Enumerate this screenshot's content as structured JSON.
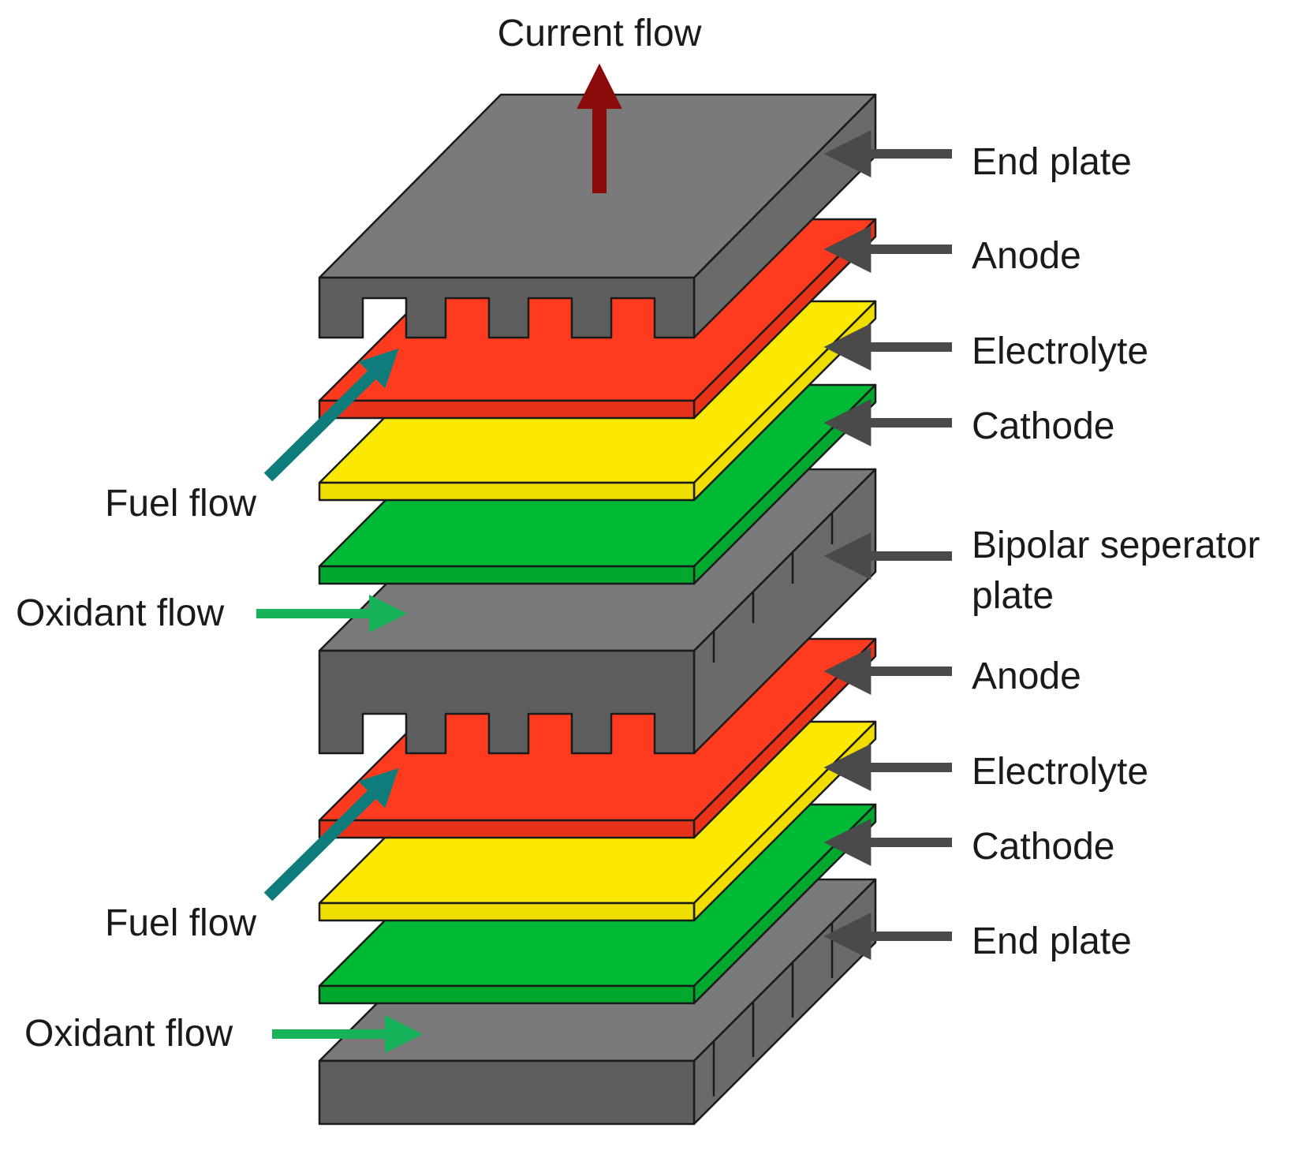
{
  "labels": {
    "current_flow": "Current flow",
    "end_plate_top": "End plate",
    "anode_1": "Anode",
    "electrolyte_1": "Electrolyte",
    "cathode_1": "Cathode",
    "bipolar_line1": "Bipolar seperator",
    "bipolar_line2": "plate",
    "anode_2": "Anode",
    "electrolyte_2": "Electrolyte",
    "cathode_2": "Cathode",
    "end_plate_bottom": "End plate",
    "fuel_flow_1": "Fuel flow",
    "oxidant_flow_1": "Oxidant flow",
    "fuel_flow_2": "Fuel flow",
    "oxidant_flow_2": "Oxidant flow"
  },
  "colors": {
    "plate_top": "#7a7a7a",
    "plate_front": "#5e5e5e",
    "plate_side": "#6a6a6a",
    "anode_top": "#ff3b1f",
    "anode_edge": "#e8321a",
    "electrolyte_top": "#fbe903",
    "electrolyte_edge": "#efdd00",
    "cathode_top": "#00b934",
    "cathode_edge": "#00a82e",
    "pointer_arrow": "#4a4a4a",
    "current_arrow": "#8b0a0a",
    "fuel_arrow": "#0f7c7c",
    "oxidant_arrow": "#17b35a"
  }
}
